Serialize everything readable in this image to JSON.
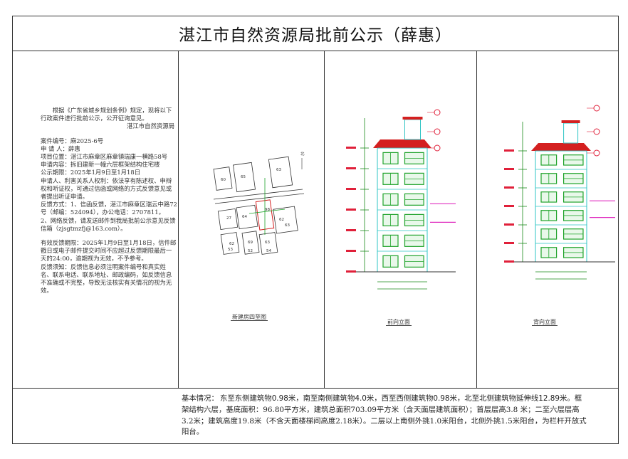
{
  "title": "湛江市自然资源局批前公示（薛惠）",
  "notice": {
    "intro": "根据《广东省城乡规划条例》规定，现将以下行政案件进行批前公示，公开征询意见。",
    "issuer": "湛江市自然资源局",
    "case_no": "案件编号：麻2025-6号",
    "applicant": "申 请 人：薛惠",
    "location": "项目位置：湛江市麻章区麻章镇瑞康一横路58号",
    "content": "申请内容：拆旧建新一幢六层框架结构住宅楼",
    "period": "公示期限：2025年1月9日至1月18日",
    "rights": "申请人、利害关系人权利：依法享有陈述权、申辩权和听证权，可通过信函或网络的方式反馈意见或者提出听证申请。",
    "feedback1": "反馈方式：1、信函反馈，湛江市麻章区瑞云中路72号（邮编：524094），办公电话：2707811。",
    "feedback2": "2、网络反馈，请发送邮件到我局批前公示意见反馈信箱（zjsgtmzfj@163.com）。",
    "valid": "有效反馈期限：2025年1月9日至1月18日，信件邮戳日或电子邮件提交时间不应超过反馈期限最后一天的24:00，逾期视为无效，不予参考。",
    "note": "反馈须知：反馈信息必须注明案件编号和真实姓名、联系电话、联系地址、邮政编码，如反馈信息不准确或不完整，导致无法核实有关情况的视为无效。"
  },
  "panels": {
    "site_caption": "新建房四至图",
    "front_caption": "前向立面",
    "back_caption": "背向立面"
  },
  "site_map": {
    "lots": [
      "65",
      "63",
      "60",
      "27",
      "64",
      "98",
      "62",
      "63",
      "62",
      "69",
      "63",
      "53",
      "52",
      "54"
    ],
    "north": "北"
  },
  "description": {
    "label": "基本情况：",
    "text_a": "东至东侧建筑物",
    "v1": "0.98",
    "text_b": "米，南至南侧建筑物",
    "v2": "4.0",
    "text_c": "米，西至西侧建筑物",
    "v3": "0.98",
    "text_d": "米，北至北侧建筑物延伸线",
    "v4": "12.89",
    "text_e": "米。框架结构六层，基底面积：96.80平方米，建筑总面积703.09平方米（含天面层建筑面积）；首层层高3.8 米；二至六层层高3.2米；建筑高度19.8米（不含天面楼梯间高度2.18米）。二层以上南侧外挑1.0米阳台，北侧外挑1.5米阳台，为栏杆开放式阳台。"
  },
  "colors": {
    "roof": "#d42020",
    "window": "#1fa32a",
    "wall": "#2ec4c4",
    "dim": "#1a8a1a",
    "red_marker": "#e0203a",
    "pink_note": "#e030c0"
  }
}
